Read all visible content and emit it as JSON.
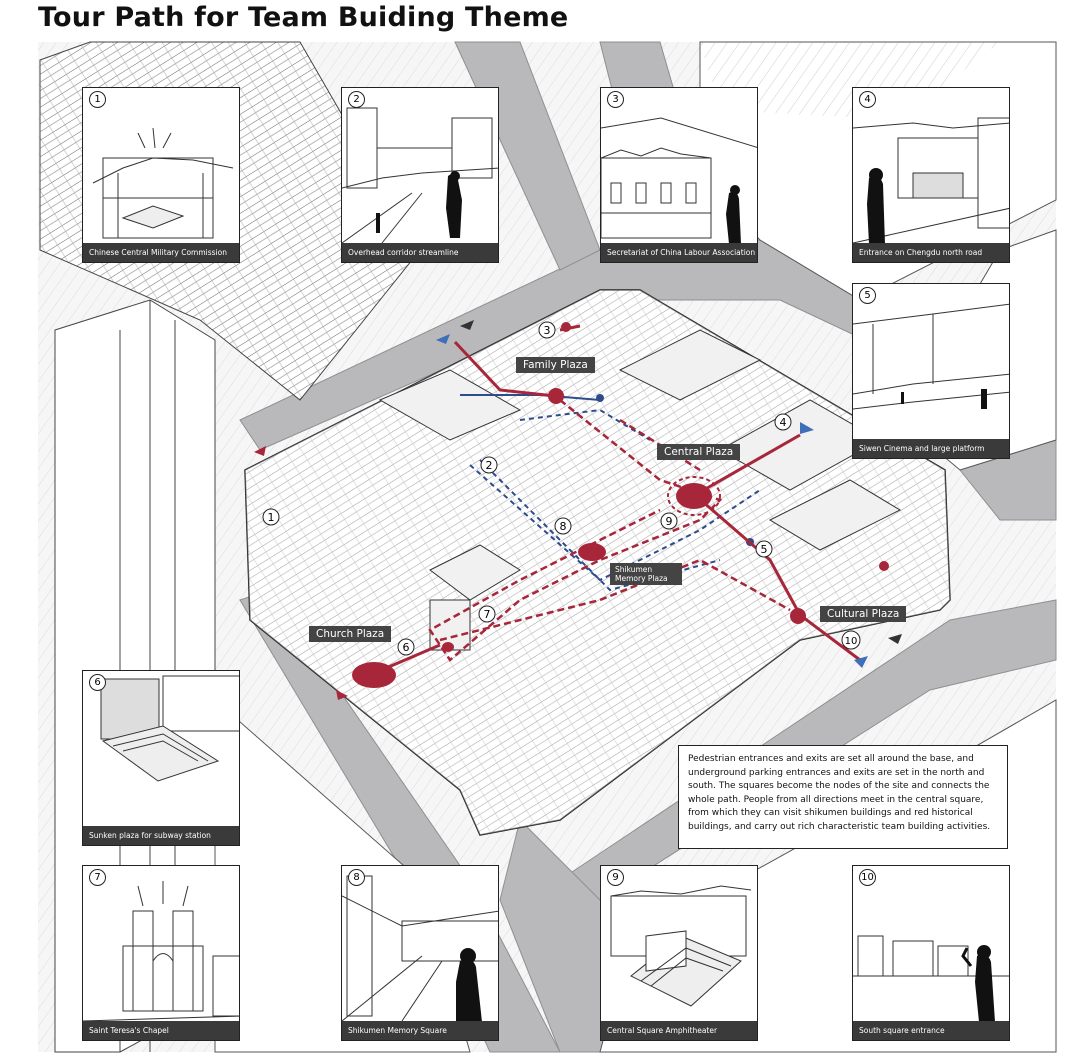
{
  "title": "Tour Path for Team Buiding Theme",
  "panels": [
    {
      "num": "1",
      "caption": "Chinese Central Military Commission"
    },
    {
      "num": "2",
      "caption": "Overhead corridor streamline"
    },
    {
      "num": "3",
      "caption": "Secretariat of China Labour Association"
    },
    {
      "num": "4",
      "caption": "Entrance on Chengdu north road"
    },
    {
      "num": "5",
      "caption": "Siwen Cinema and large platform"
    },
    {
      "num": "6",
      "caption": "Sunken plaza for subway station"
    },
    {
      "num": "7",
      "caption": "Saint Teresa's Chapel"
    },
    {
      "num": "8",
      "caption": "Shikumen Memory Square"
    },
    {
      "num": "9",
      "caption": "Central Square Amphitheater"
    },
    {
      "num": "10",
      "caption": "South square entrance"
    }
  ],
  "plazas": {
    "family": "Family  Plaza",
    "central": "Central Plaza",
    "shikumen": "Shikumen Memory Plaza",
    "cultural": "Cultural Plaza",
    "church": "Church Plaza"
  },
  "node_numbers": [
    "1",
    "2",
    "3",
    "4",
    "5",
    "6",
    "7",
    "8",
    "9",
    "10"
  ],
  "description": "Pedestrian entrances and exits are set all around the base, and underground parking entrances and exits are set in the north and south. The squares become the nodes of the site and connects the whole path. People from all directions meet in the central square, from which they can visit shikumen buildings and red historical buildings, and carry out rich characteristic team building activities.",
  "colors": {
    "route_red": "#a8263a",
    "route_blue": "#2d4c8c",
    "road_gray": "#b9b9bb",
    "arrow_blue": "#3f6fb8",
    "arrow_dark": "#333333"
  }
}
